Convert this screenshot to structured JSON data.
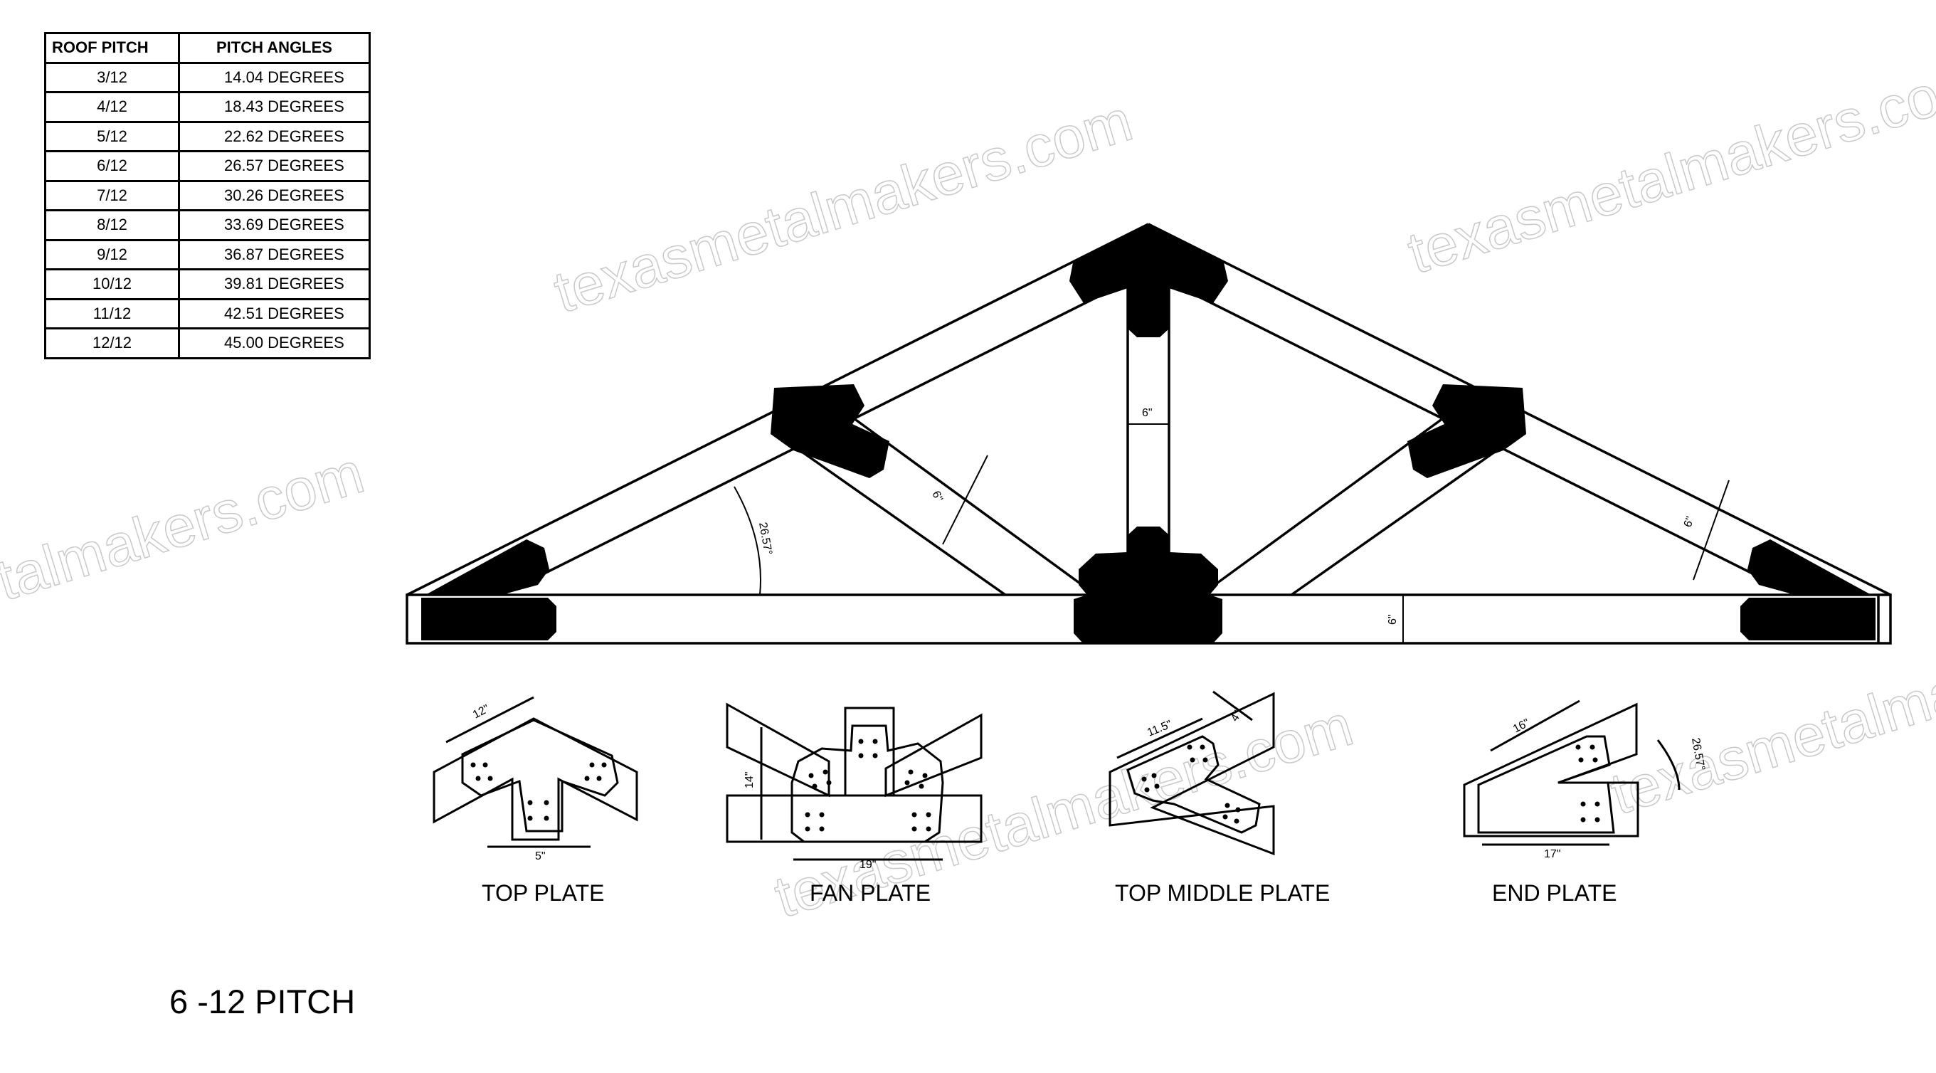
{
  "table": {
    "headers": [
      "ROOF PITCH",
      "PITCH ANGLES"
    ],
    "rows": [
      {
        "pitch": "3/12",
        "angle": "14.04 DEGREES"
      },
      {
        "pitch": "4/12",
        "angle": "18.43 DEGREES"
      },
      {
        "pitch": "5/12",
        "angle": "22.62 DEGREES"
      },
      {
        "pitch": "6/12",
        "angle": "26.57 DEGREES"
      },
      {
        "pitch": "7/12",
        "angle": "30.26 DEGREES"
      },
      {
        "pitch": "8/12",
        "angle": "33.69 DEGREES"
      },
      {
        "pitch": "9/12",
        "angle": "36.87 DEGREES"
      },
      {
        "pitch": "10/12",
        "angle": "39.81 DEGREES"
      },
      {
        "pitch": "11/12",
        "angle": "42.51 DEGREES"
      },
      {
        "pitch": "12/12",
        "angle": "45.00 DEGREES"
      }
    ]
  },
  "truss": {
    "angle_label": "26.57°",
    "web_width": "6\"",
    "king_post_width": "6\"",
    "chord_width": "6\""
  },
  "plates": {
    "top": {
      "caption": "TOP PLATE",
      "dim_top": "12\"",
      "dim_bottom": "5\""
    },
    "fan": {
      "caption": "FAN PLATE",
      "dim_side": "14\"",
      "dim_bottom": "19\""
    },
    "top_middle": {
      "caption": "TOP MIDDLE PLATE",
      "dim_a": "11.5\"",
      "dim_b": "4\""
    },
    "end": {
      "caption": "END PLATE",
      "dim_top": "16\"",
      "dim_bottom": "17\"",
      "dim_angle": "26.57°"
    }
  },
  "watermark": "texasmetalmakers.com",
  "pitch_caption": "6 -12 PITCH"
}
